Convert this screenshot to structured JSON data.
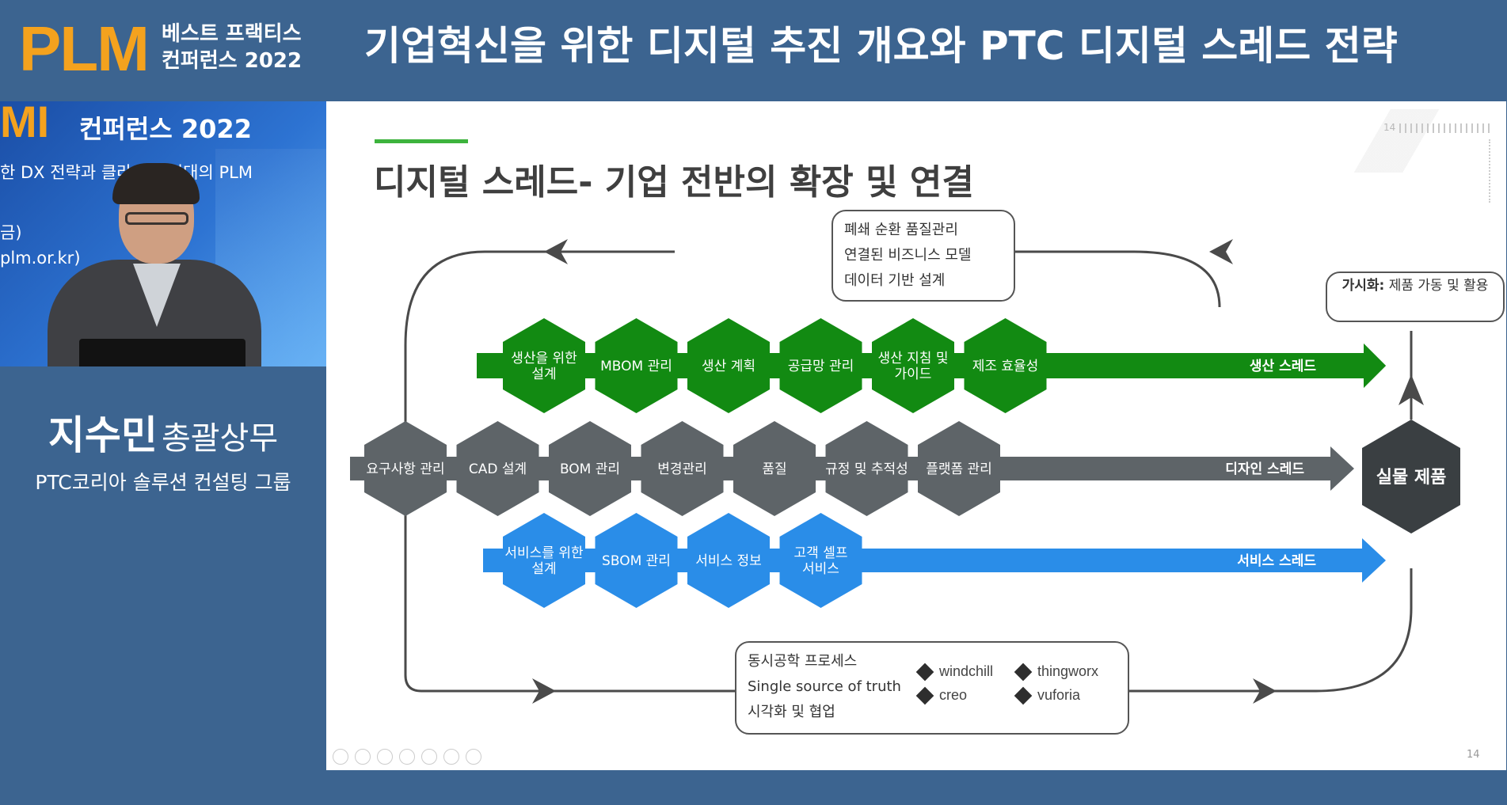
{
  "header": {
    "logo": "PLM",
    "logo_sub_line1": "베스트 프랙티스",
    "logo_sub_line2": "컨퍼런스 2022",
    "title": "기업혁신을 위한 디지털 추진 개요와 PTC 디지털 스레드 전략"
  },
  "video": {
    "banner_logo": "MI",
    "banner_text": "컨퍼런스 2022",
    "line1": "한 DX 전략과 클라우드 시대의 PLM",
    "line2": "금)",
    "line3": "plm.or.kr)"
  },
  "speaker": {
    "name": "지수민",
    "title": "총괄상무",
    "org": "PTC코리아 솔루션 컨설팅 그룹"
  },
  "slide": {
    "title": "디지털 스레드- 기업 전반의 확장 및 연결",
    "page_number": "14",
    "top_box": [
      "폐쇄 순환 품질관리",
      "연결된 비즈니스 모델",
      "데이터 기반 설계"
    ],
    "visualization_label": "가시화:",
    "visualization_text": "제품 가동 및 활용",
    "bottom_box": [
      "동시공학 프로세스",
      "Single source of truth",
      "시각화 및 협업"
    ],
    "brands": [
      "windchill",
      "thingworx",
      "creo",
      "vuforia"
    ],
    "production_thread": {
      "label": "생산 스레드",
      "color": "#128a12",
      "items": [
        "생산을 위한|설계",
        "MBOM 관리",
        "생산 계획",
        "공급망 관리",
        "생산 지침 및|가이드",
        "제조 효율성"
      ]
    },
    "design_thread": {
      "label": "디자인 스레드",
      "color": "#5e6468",
      "items": [
        "요구사항 관리",
        "CAD 설계",
        "BOM 관리",
        "변경관리",
        "품질",
        "규정 및 추적성",
        "플랫폼 관리"
      ]
    },
    "service_thread": {
      "label": "서비스 스레드",
      "color": "#2a8de8",
      "items": [
        "서비스를 위한|설계",
        "SBOM 관리",
        "서비스 정보",
        "고객 셀프|서비스"
      ]
    },
    "product": {
      "label": "실물 제품",
      "color": "#3a3f42"
    }
  }
}
